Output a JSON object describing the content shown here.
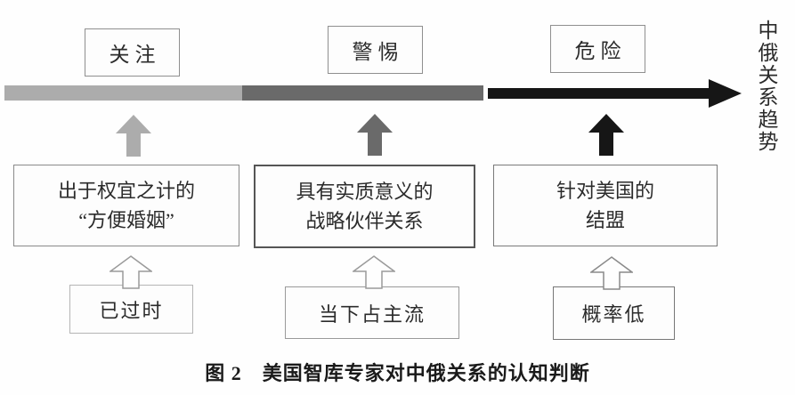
{
  "figure": {
    "caption": "图 2　美国智库专家对中俄关系的认知判断",
    "trend_axis_label": "中俄关系趋势"
  },
  "stages": [
    {
      "name": "concern",
      "top_label": "关注",
      "assessment_line1": "出于权宜之计的",
      "assessment_line2": "“方便婚姻”",
      "status_label": "已过时",
      "color": "#acacac"
    },
    {
      "name": "vigilance",
      "top_label": "警惕",
      "assessment_line1": "具有实质意义的",
      "assessment_line2": "战略伙伴关系",
      "status_label": "当下占主流",
      "color": "#6a6a6a"
    },
    {
      "name": "danger",
      "top_label": "危险",
      "assessment_line1": "针对美国的",
      "assessment_line2": "结盟",
      "status_label": "概率低",
      "color": "#161616"
    }
  ]
}
